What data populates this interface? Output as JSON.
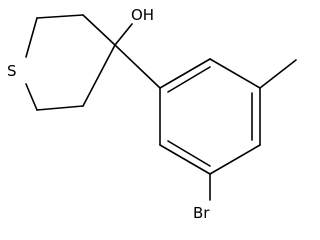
{
  "atoms": {
    "hydroxyl": "OH",
    "sulfur": "S",
    "bromine": "Br"
  },
  "colors": {
    "bond": "#000000",
    "label": "#000000",
    "background": "#ffffff"
  }
}
